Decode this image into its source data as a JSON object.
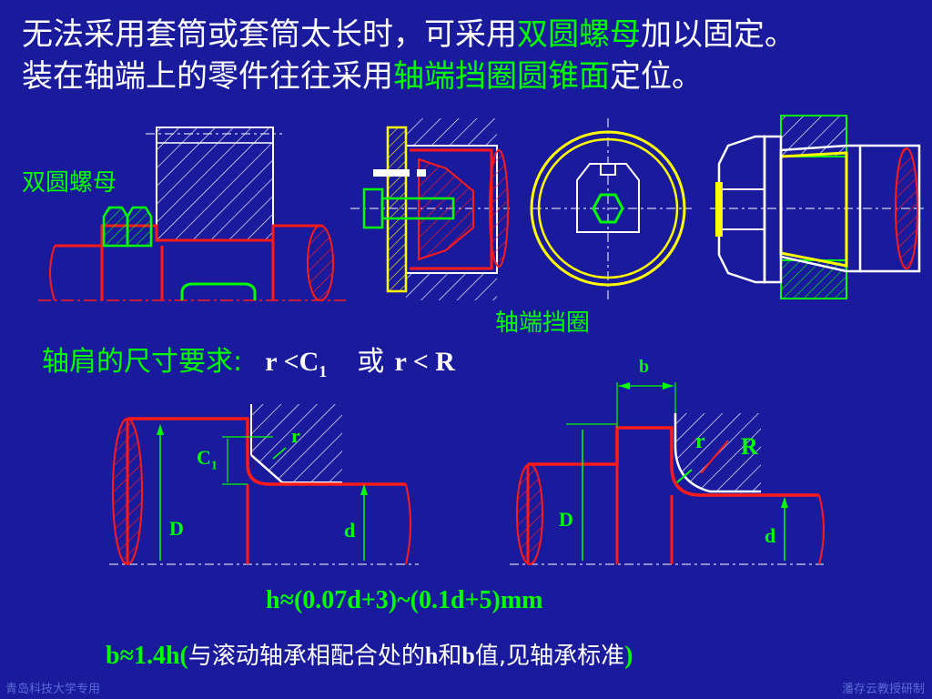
{
  "header": {
    "line1_a": "无法采用套筒或套筒太长时，可采用",
    "line1_b": "双圆螺母",
    "line1_c": "加以固定。",
    "line2_a": "装在轴端上的零件往往采用",
    "line2_b": "轴端挡圈圆锥面",
    "line2_c": "定位。"
  },
  "labels": {
    "double_nut": "双圆螺母",
    "end_plate": "轴端挡圈"
  },
  "requirement": {
    "title": "轴肩的尺寸要求:",
    "cond1": "r <C",
    "cond1_sub": "1",
    "or": "或",
    "cond2": "r < R"
  },
  "dims": {
    "b": "b",
    "r_left": "r",
    "c1": "C",
    "c1_sub": "1",
    "D_left": "D",
    "d_left": "d",
    "r_right": "r",
    "R_right": "R",
    "D_right": "D",
    "d_right": "d"
  },
  "formulas": {
    "h": "h≈(0.07d+3)~(0.1d+5)mm",
    "b_pre": "b≈1.4h(",
    "b_mid": "与滚动轴承相配合处的",
    "b_h": "h",
    "b_and": "和",
    "b_b": "b",
    "b_tail": "值,见轴承标准",
    "b_close": ")"
  },
  "footer": {
    "left": "青岛科技大学专用",
    "right": "潘存云教授研制"
  },
  "colors": {
    "background": "#1a1a9c",
    "highlight": "#00ff00",
    "part_red": "#ff1a1a",
    "outline_white": "#ffffff",
    "hatch": "#ffffff",
    "yellow": "#ffff00"
  }
}
